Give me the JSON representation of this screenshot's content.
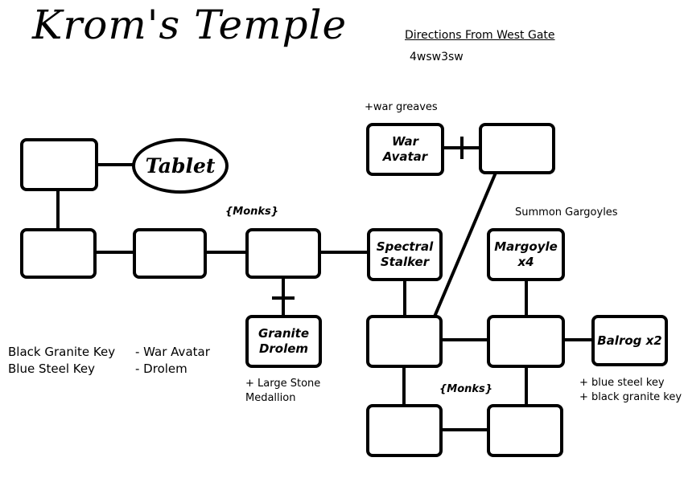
{
  "title": "Krom's Temple",
  "directions": {
    "heading": "Directions From West Gate",
    "path": "4wsw3sw"
  },
  "rooms": {
    "tablet": "Tablet",
    "war_avatar": "War\nAvatar",
    "spectral_stalker": "Spectral\nStalker",
    "margoyle": "Margoyle\nx4",
    "granite_drolem": "Granite\nDrolem",
    "balrog": "Balrog x2"
  },
  "notes": {
    "war_greaves": "+war greaves",
    "summon_gargoyles": "Summon Gargoyles",
    "monks_upper": "{Monks}",
    "monks_lower": "{Monks}",
    "stone_medallion": "+ Large Stone\nMedallion",
    "keys_reward": "+ blue steel key\n+ black granite key"
  },
  "keys": {
    "black_granite": {
      "key": "Black Granite Key",
      "source": "-  War Avatar"
    },
    "blue_steel": {
      "key": "Blue Steel Key",
      "source": "- Drolem"
    }
  }
}
